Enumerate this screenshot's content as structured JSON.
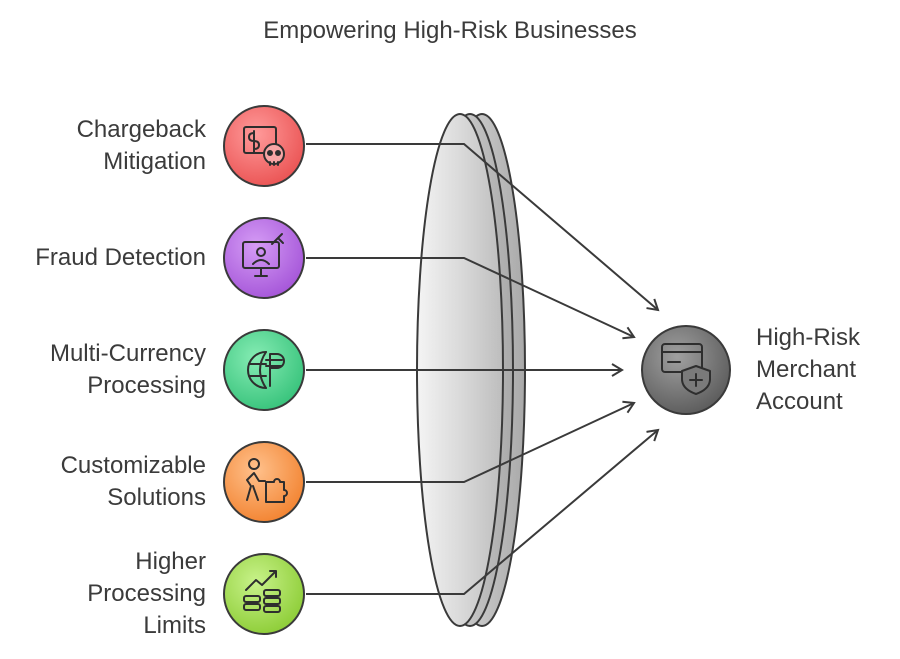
{
  "title": "Empowering High-Risk Businesses",
  "sources": [
    {
      "lines": [
        "Chargeback",
        "Mitigation"
      ],
      "icon": "money-skull-icon",
      "color": "#f26d6d"
    },
    {
      "lines": [
        "Fraud Detection"
      ],
      "icon": "monitor-hacker-icon",
      "color": "#b26ae0"
    },
    {
      "lines": [
        "Multi-Currency",
        "Processing"
      ],
      "icon": "globe-currency-icon",
      "color": "#4fd08e"
    },
    {
      "lines": [
        "Customizable",
        "Solutions"
      ],
      "icon": "person-puzzle-icon",
      "color": "#f5964a"
    },
    {
      "lines": [
        "Higher",
        "Processing",
        "Limits"
      ],
      "icon": "growth-coins-icon",
      "color": "#9ed84c"
    }
  ],
  "target": {
    "lines": [
      "High-Risk",
      "Merchant",
      "Account"
    ],
    "icon": "card-shield-icon",
    "color": "#6e6e6e"
  }
}
